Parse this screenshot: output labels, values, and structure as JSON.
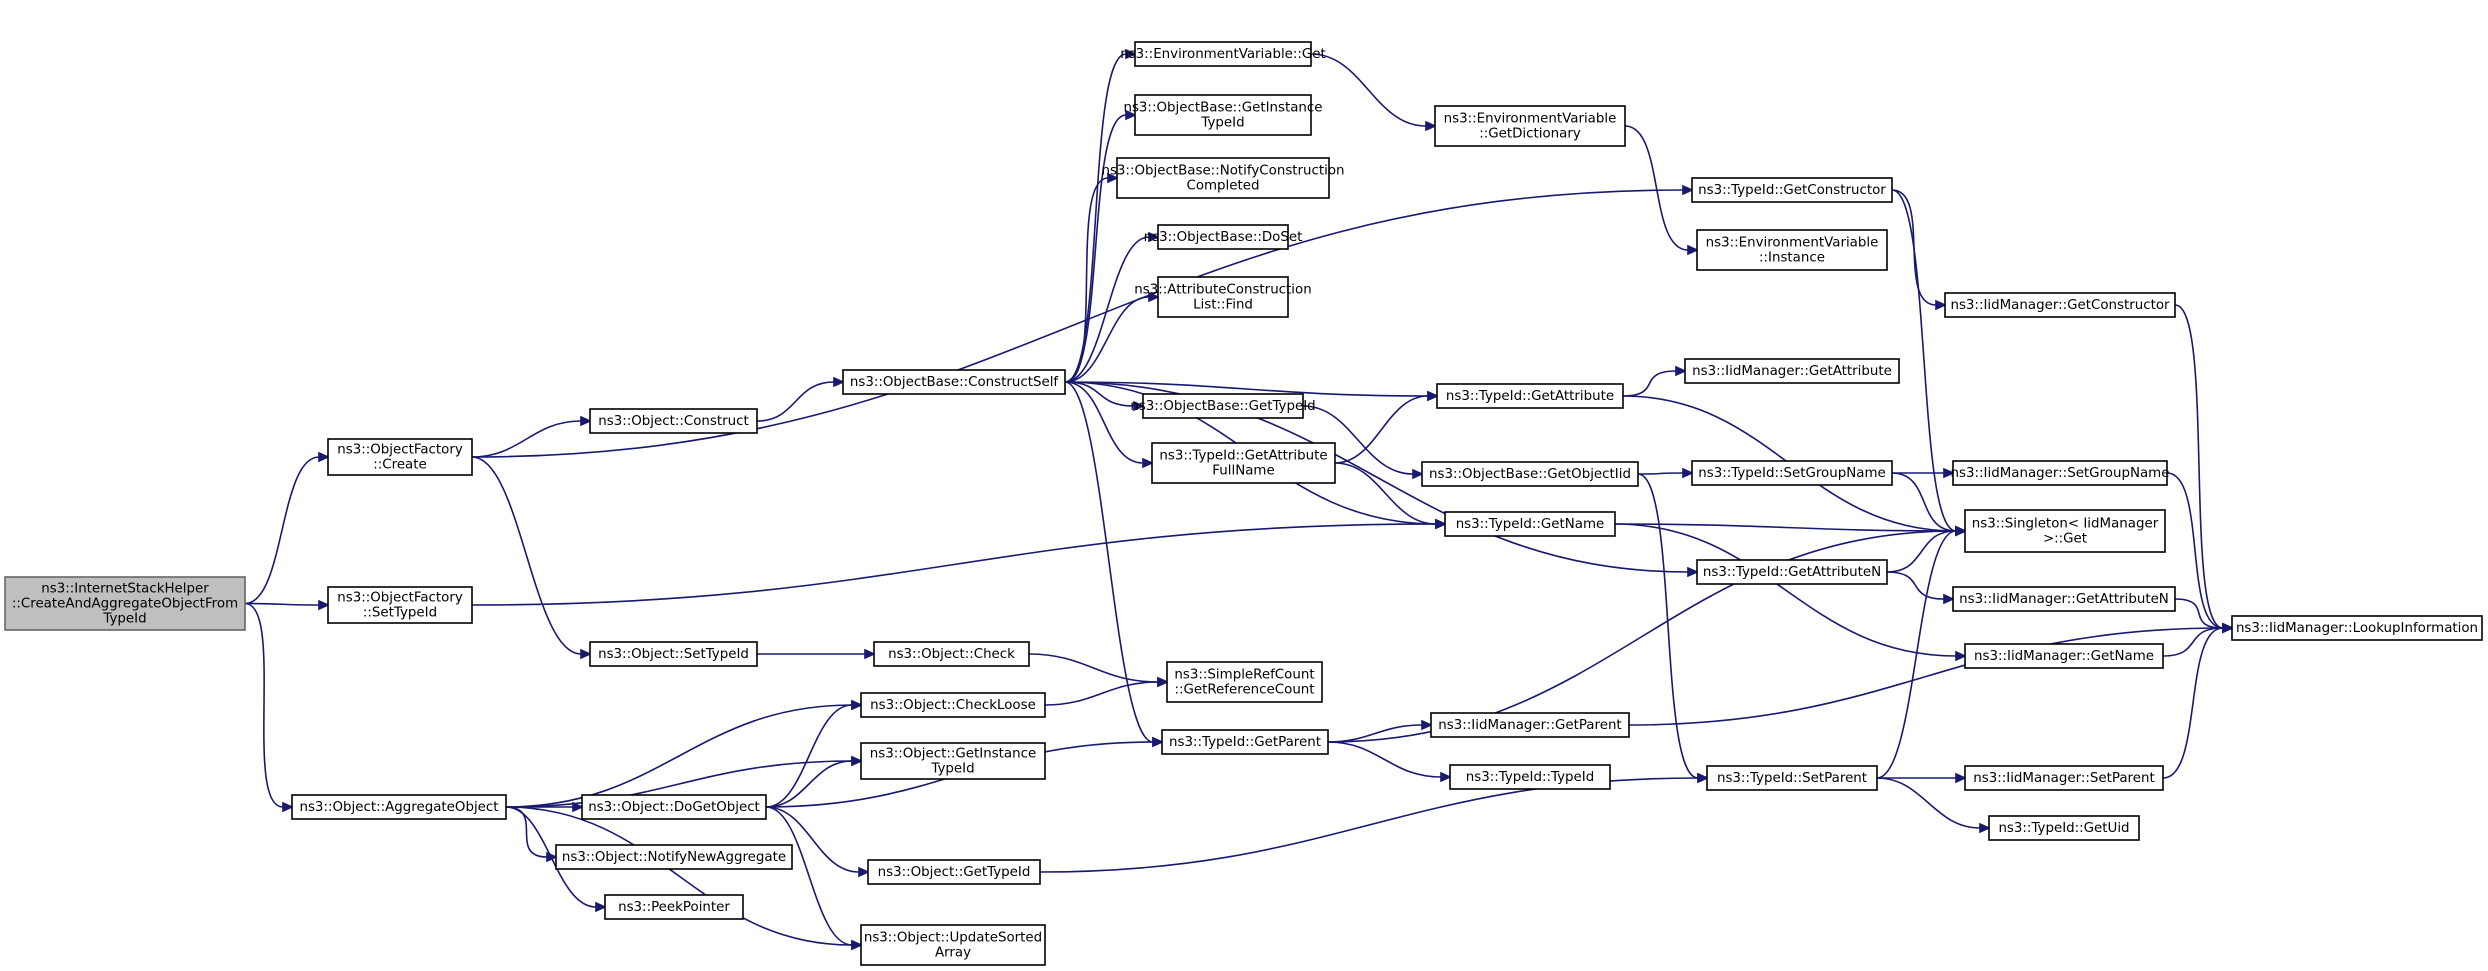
{
  "graph": {
    "title": "",
    "nodes": [
      {
        "id": "root",
        "lines": [
          "ns3::InternetStackHelper",
          "::CreateAndAggregateObjectFrom",
          "TypeId"
        ],
        "highlight": true
      },
      {
        "id": "of_create",
        "lines": [
          "ns3::ObjectFactory",
          "::Create"
        ]
      },
      {
        "id": "of_settypeid",
        "lines": [
          "ns3::ObjectFactory",
          "::SetTypeId"
        ]
      },
      {
        "id": "aggregate",
        "lines": [
          "ns3::Object::AggregateObject"
        ]
      },
      {
        "id": "construct",
        "lines": [
          "ns3::Object::Construct"
        ]
      },
      {
        "id": "obj_settypeid",
        "lines": [
          "ns3::Object::SetTypeId"
        ]
      },
      {
        "id": "checkloose",
        "lines": [
          "ns3::Object::CheckLoose"
        ]
      },
      {
        "id": "obj_getinstance",
        "lines": [
          "ns3::Object::GetInstance",
          "TypeId"
        ]
      },
      {
        "id": "dogetobject",
        "lines": [
          "ns3::Object::DoGetObject"
        ]
      },
      {
        "id": "notifynewagg",
        "lines": [
          "ns3::Object::NotifyNewAggregate"
        ]
      },
      {
        "id": "peekpointer",
        "lines": [
          "ns3::PeekPointer"
        ]
      },
      {
        "id": "updatesorted",
        "lines": [
          "ns3::Object::UpdateSorted",
          "Array"
        ]
      },
      {
        "id": "constructself",
        "lines": [
          "ns3::ObjectBase::ConstructSelf"
        ]
      },
      {
        "id": "envvar_get",
        "lines": [
          "ns3::EnvironmentVariable::Get"
        ]
      },
      {
        "id": "ob_getinstance",
        "lines": [
          "ns3::ObjectBase::GetInstance",
          "TypeId"
        ]
      },
      {
        "id": "ob_notify",
        "lines": [
          "ns3::ObjectBase::NotifyConstruction",
          "Completed"
        ]
      },
      {
        "id": "ob_doset",
        "lines": [
          "ns3::ObjectBase::DoSet"
        ]
      },
      {
        "id": "acl_find",
        "lines": [
          "ns3::AttributeConstruction",
          "List::Find"
        ]
      },
      {
        "id": "ob_gettypeid",
        "lines": [
          "ns3::ObjectBase::GetTypeId"
        ]
      },
      {
        "id": "tid_getattrfullname",
        "lines": [
          "ns3::TypeId::GetAttribute",
          "FullName"
        ]
      },
      {
        "id": "obj_check",
        "lines": [
          "ns3::Object::Check"
        ]
      },
      {
        "id": "srefcount",
        "lines": [
          "ns3::SimpleRefCount",
          "::GetReferenceCount"
        ]
      },
      {
        "id": "tid_getparent",
        "lines": [
          "ns3::TypeId::GetParent"
        ]
      },
      {
        "id": "obj_gettypeid",
        "lines": [
          "ns3::Object::GetTypeId"
        ]
      },
      {
        "id": "envvar_getdict",
        "lines": [
          "ns3::EnvironmentVariable",
          "::GetDictionary"
        ]
      },
      {
        "id": "tid_getattribute",
        "lines": [
          "ns3::TypeId::GetAttribute"
        ]
      },
      {
        "id": "ob_getobjectiid",
        "lines": [
          "ns3::ObjectBase::GetObjectIid"
        ]
      },
      {
        "id": "tid_getname",
        "lines": [
          "ns3::TypeId::GetName"
        ]
      },
      {
        "id": "iid_getparent",
        "lines": [
          "ns3::IidManager::GetParent"
        ]
      },
      {
        "id": "tid_typeid",
        "lines": [
          "ns3::TypeId::TypeId"
        ]
      },
      {
        "id": "tid_getconstructor",
        "lines": [
          "ns3::TypeId::GetConstructor"
        ]
      },
      {
        "id": "envvar_instance",
        "lines": [
          "ns3::EnvironmentVariable",
          "::Instance"
        ]
      },
      {
        "id": "iid_getattribute",
        "lines": [
          "ns3::IidManager::GetAttribute"
        ]
      },
      {
        "id": "tid_setgroupname",
        "lines": [
          "ns3::TypeId::SetGroupName"
        ]
      },
      {
        "id": "tid_getattributen",
        "lines": [
          "ns3::TypeId::GetAttributeN"
        ]
      },
      {
        "id": "tid_setparent",
        "lines": [
          "ns3::TypeId::SetParent"
        ]
      },
      {
        "id": "iid_getconstructor",
        "lines": [
          "ns3::IidManager::GetConstructor"
        ]
      },
      {
        "id": "iid_setgroupname",
        "lines": [
          "ns3::IidManager::SetGroupName"
        ]
      },
      {
        "id": "singleton_get",
        "lines": [
          "ns3::Singleton< IidManager",
          " >::Get"
        ]
      },
      {
        "id": "iid_getattributen",
        "lines": [
          "ns3::IidManager::GetAttributeN"
        ]
      },
      {
        "id": "iid_getname",
        "lines": [
          "ns3::IidManager::GetName"
        ]
      },
      {
        "id": "iid_setparent",
        "lines": [
          "ns3::IidManager::SetParent"
        ]
      },
      {
        "id": "tid_getuid",
        "lines": [
          "ns3::TypeId::GetUid"
        ]
      },
      {
        "id": "iid_lookup",
        "lines": [
          "ns3::IidManager::LookupInformation"
        ]
      }
    ],
    "edges": [
      [
        "root",
        "of_create"
      ],
      [
        "root",
        "of_settypeid"
      ],
      [
        "root",
        "aggregate"
      ],
      [
        "of_create",
        "construct"
      ],
      [
        "of_create",
        "obj_settypeid"
      ],
      [
        "of_create",
        "tid_getconstructor"
      ],
      [
        "of_settypeid",
        "tid_getname"
      ],
      [
        "construct",
        "constructself"
      ],
      [
        "obj_settypeid",
        "obj_check"
      ],
      [
        "obj_check",
        "srefcount"
      ],
      [
        "checkloose",
        "srefcount"
      ],
      [
        "aggregate",
        "checkloose"
      ],
      [
        "aggregate",
        "obj_getinstance"
      ],
      [
        "aggregate",
        "dogetobject"
      ],
      [
        "aggregate",
        "notifynewagg"
      ],
      [
        "aggregate",
        "peekpointer"
      ],
      [
        "aggregate",
        "updatesorted"
      ],
      [
        "dogetobject",
        "checkloose"
      ],
      [
        "dogetobject",
        "obj_getinstance"
      ],
      [
        "dogetobject",
        "tid_getparent"
      ],
      [
        "dogetobject",
        "obj_gettypeid"
      ],
      [
        "dogetobject",
        "updatesorted"
      ],
      [
        "constructself",
        "envvar_get"
      ],
      [
        "constructself",
        "ob_getinstance"
      ],
      [
        "constructself",
        "ob_notify"
      ],
      [
        "constructself",
        "ob_doset"
      ],
      [
        "constructself",
        "acl_find"
      ],
      [
        "constructself",
        "tid_getattribute"
      ],
      [
        "constructself",
        "ob_gettypeid"
      ],
      [
        "constructself",
        "tid_getattrfullname"
      ],
      [
        "constructself",
        "tid_getname"
      ],
      [
        "constructself",
        "tid_getattributen"
      ],
      [
        "constructself",
        "tid_getparent"
      ],
      [
        "envvar_get",
        "envvar_getdict"
      ],
      [
        "envvar_getdict",
        "envvar_instance"
      ],
      [
        "ob_gettypeid",
        "ob_getobjectiid"
      ],
      [
        "tid_getattrfullname",
        "tid_getattribute"
      ],
      [
        "tid_getattrfullname",
        "tid_getname"
      ],
      [
        "tid_getattribute",
        "iid_getattribute"
      ],
      [
        "tid_getattribute",
        "singleton_get"
      ],
      [
        "ob_getobjectiid",
        "tid_setgroupname"
      ],
      [
        "ob_getobjectiid",
        "tid_setparent"
      ],
      [
        "tid_setgroupname",
        "iid_setgroupname"
      ],
      [
        "tid_setgroupname",
        "singleton_get"
      ],
      [
        "tid_getname",
        "singleton_get"
      ],
      [
        "tid_getname",
        "iid_getname"
      ],
      [
        "tid_getattributen",
        "singleton_get"
      ],
      [
        "tid_getattributen",
        "iid_getattributen"
      ],
      [
        "tid_getparent",
        "iid_getparent"
      ],
      [
        "tid_getparent",
        "tid_typeid"
      ],
      [
        "tid_getparent",
        "singleton_get"
      ],
      [
        "obj_gettypeid",
        "tid_setparent"
      ],
      [
        "tid_setparent",
        "singleton_get"
      ],
      [
        "tid_setparent",
        "iid_setparent"
      ],
      [
        "tid_setparent",
        "tid_getuid"
      ],
      [
        "tid_getconstructor",
        "singleton_get"
      ],
      [
        "tid_getconstructor",
        "iid_getconstructor"
      ],
      [
        "iid_getconstructor",
        "iid_lookup"
      ],
      [
        "iid_setgroupname",
        "iid_lookup"
      ],
      [
        "iid_getattributen",
        "iid_lookup"
      ],
      [
        "iid_getname",
        "iid_lookup"
      ],
      [
        "iid_setparent",
        "iid_lookup"
      ],
      [
        "iid_getparent",
        "iid_lookup"
      ]
    ]
  }
}
